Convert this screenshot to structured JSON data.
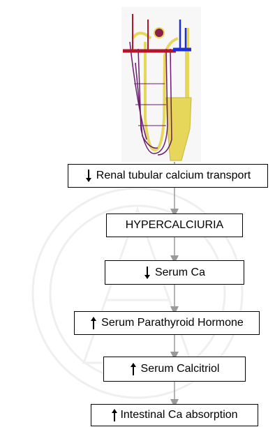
{
  "flow": {
    "illustration": {
      "icon": "nephron-icon",
      "colors": {
        "artery": "#b3162b",
        "vein": "#1f2fd6",
        "tubule": "#e6d65a",
        "capillary": "#6a1b6e"
      }
    },
    "watermark": {
      "icon": "university-seal-icon",
      "color": "#eeeeee"
    },
    "connector_color": "#9a9a9a",
    "steps": [
      {
        "label": "Renal tubular calcium transport",
        "direction": "down"
      },
      {
        "label": "HYPERCALCIURIA",
        "direction": "none"
      },
      {
        "label": "Serum Ca",
        "direction": "down"
      },
      {
        "label": "Serum Parathyroid Hormone",
        "direction": "up"
      },
      {
        "label": "Serum Calcitriol",
        "direction": "up"
      },
      {
        "label": "Intestinal Ca absorption",
        "direction": "up"
      }
    ]
  }
}
